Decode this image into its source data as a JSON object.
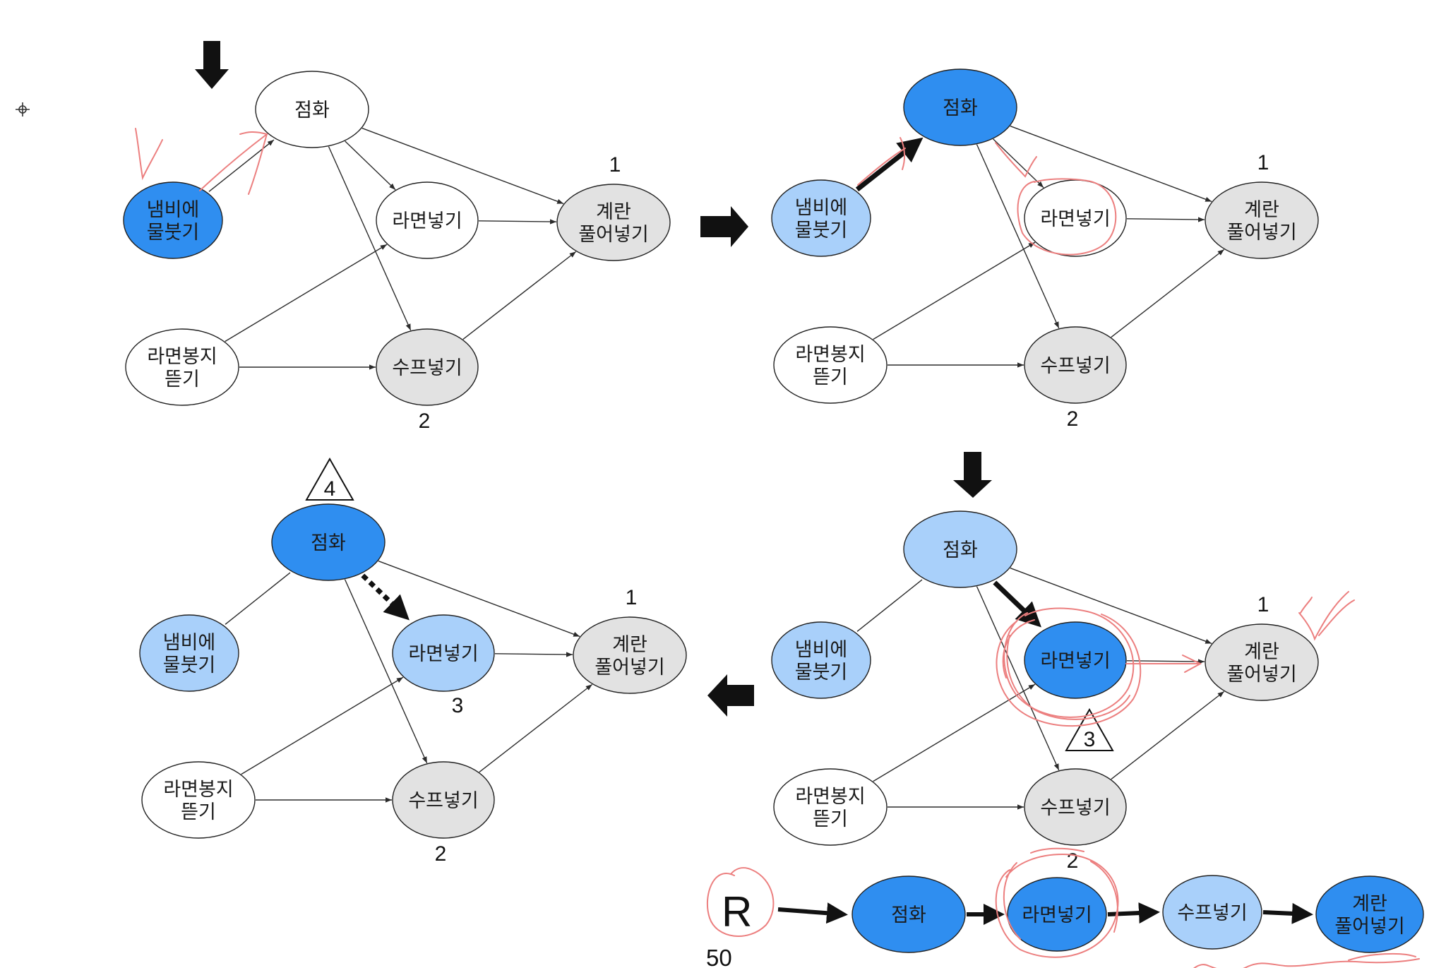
{
  "colors": {
    "white": "#ffffff",
    "gray": "#e2e2e2",
    "blue": "#2f8ef0",
    "light_blue": "#a9d0fa",
    "edge": "#2b2b2b",
    "ink": "#111111",
    "red_pen": "#ec7f7f"
  },
  "labels": {
    "ignite": "점화",
    "pot": [
      "냄비에",
      "물붓기"
    ],
    "ramen": "라면넣기",
    "egg": [
      "계란",
      "풀어넣기"
    ],
    "open": [
      "라면봉지",
      "뜯기"
    ],
    "soup": "수프넣기"
  },
  "panels": [
    {
      "id": "top-left",
      "fills": {
        "ignite": "white",
        "pot": "blue",
        "ramen": "white",
        "egg": "gray",
        "open": "white",
        "soup": "gray"
      },
      "numbers": {
        "egg": "1",
        "soup": "2"
      }
    },
    {
      "id": "top-right",
      "fills": {
        "ignite": "blue",
        "pot": "light_blue",
        "ramen": "white",
        "egg": "gray",
        "open": "white",
        "soup": "gray"
      },
      "numbers": {
        "egg": "1",
        "soup": "2"
      }
    },
    {
      "id": "bottom-right",
      "fills": {
        "ignite": "light_blue",
        "pot": "light_blue",
        "ramen": "blue",
        "egg": "gray",
        "open": "white",
        "soup": "gray"
      },
      "numbers": {
        "egg": "1",
        "soup": "2",
        "ramen_triangle": "3"
      }
    },
    {
      "id": "bottom-left",
      "fills": {
        "ignite": "blue",
        "pot": "light_blue",
        "ramen": "light_blue",
        "egg": "gray",
        "open": "white",
        "soup": "gray"
      },
      "numbers": {
        "egg": "1",
        "soup": "2",
        "ramen": "3",
        "ignite_triangle": "4"
      }
    }
  ],
  "sequence": {
    "start_label": "R",
    "nodes": [
      {
        "label": [
          "점화"
        ],
        "fill": "blue"
      },
      {
        "label": [
          "라면넣기"
        ],
        "fill": "blue"
      },
      {
        "label": [
          "수프넣기"
        ],
        "fill": "light_blue"
      },
      {
        "label": [
          "계란",
          "풀어넣기"
        ],
        "fill": "blue"
      }
    ]
  },
  "page_number": "50"
}
